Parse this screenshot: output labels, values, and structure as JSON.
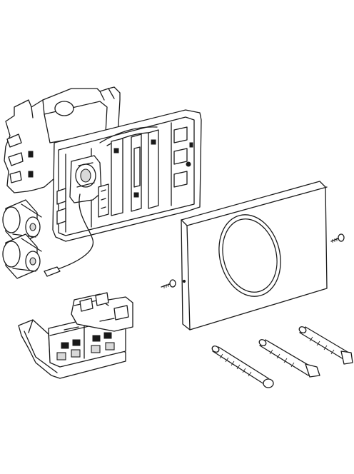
{
  "diagram": {
    "background": "#ffffff",
    "line_color": "#1a1a1a",
    "components": [
      "mounting-frame",
      "actuator-plate",
      "battery",
      "battery",
      "control-unit",
      "screw",
      "screw",
      "spacer-bolt",
      "spacer-bolt",
      "spacer-bolt"
    ]
  }
}
